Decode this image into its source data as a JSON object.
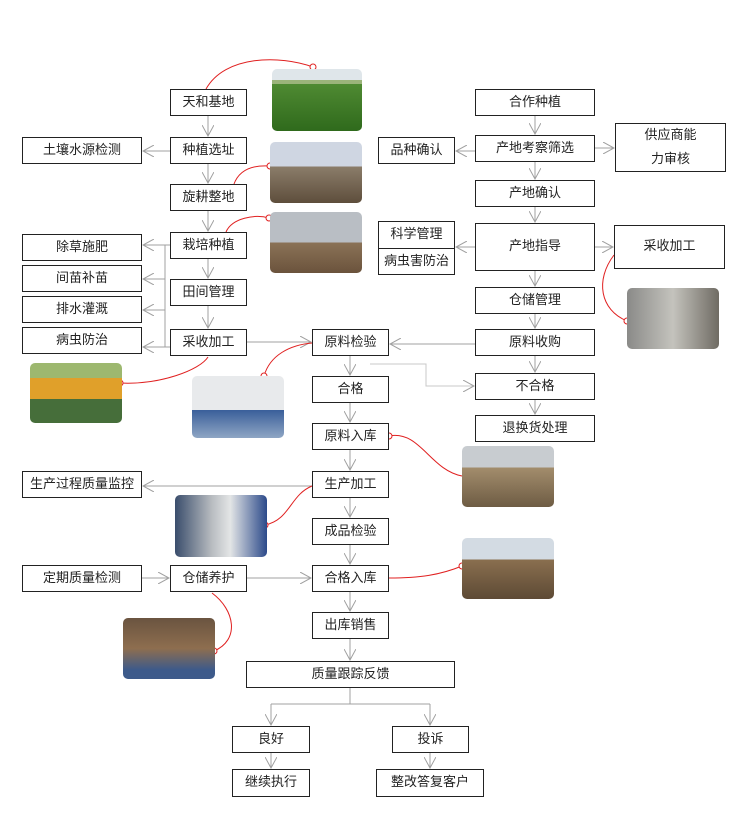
{
  "boxes": {
    "tianhe_base": "天和基地",
    "site_selection": "种植选址",
    "rotary_tillage": "旋耕整地",
    "cultivation": "栽培种植",
    "field_management": "田间管理",
    "harvest_left": "采收加工",
    "soil_water_test": "土壤水源检测",
    "weeding_fertilizing": "除草施肥",
    "thinning_replanting": "间苗补苗",
    "drainage_irrigation": "排水灌溉",
    "pest_control": "病虫防治",
    "cooperative_planting": "合作种植",
    "origin_screening": "产地考察筛选",
    "variety_confirm": "品种确认",
    "supplier_audit_1": "供应商能",
    "supplier_audit_2": "力审核",
    "origin_confirm": "产地确认",
    "scientific_management": "科学管理",
    "pest_disease_control": "病虫害防治",
    "origin_guidance": "产地指导",
    "harvest_right": "采收加工",
    "storage_management": "仓储管理",
    "raw_purchase": "原料收购",
    "raw_inspection": "原料检验",
    "unqualified": "不合格",
    "return_exchange": "退换货处理",
    "qualified": "合格",
    "raw_storage": "原料入库",
    "production": "生产加工",
    "process_quality_monitor": "生产过程质量监控",
    "product_inspection": "成品检验",
    "qualified_storage": "合格入库",
    "storage_maintenance": "仓储养护",
    "periodic_quality_test": "定期质量检测",
    "outbound_sales": "出库销售",
    "quality_feedback": "质量跟踪反馈",
    "good": "良好",
    "complaint": "投诉",
    "continue": "继续执行",
    "rectify_reply": "整改答复客户"
  },
  "colors": {
    "connector": "#a0a0a0",
    "callout": "#e02020",
    "border": "#222222"
  }
}
